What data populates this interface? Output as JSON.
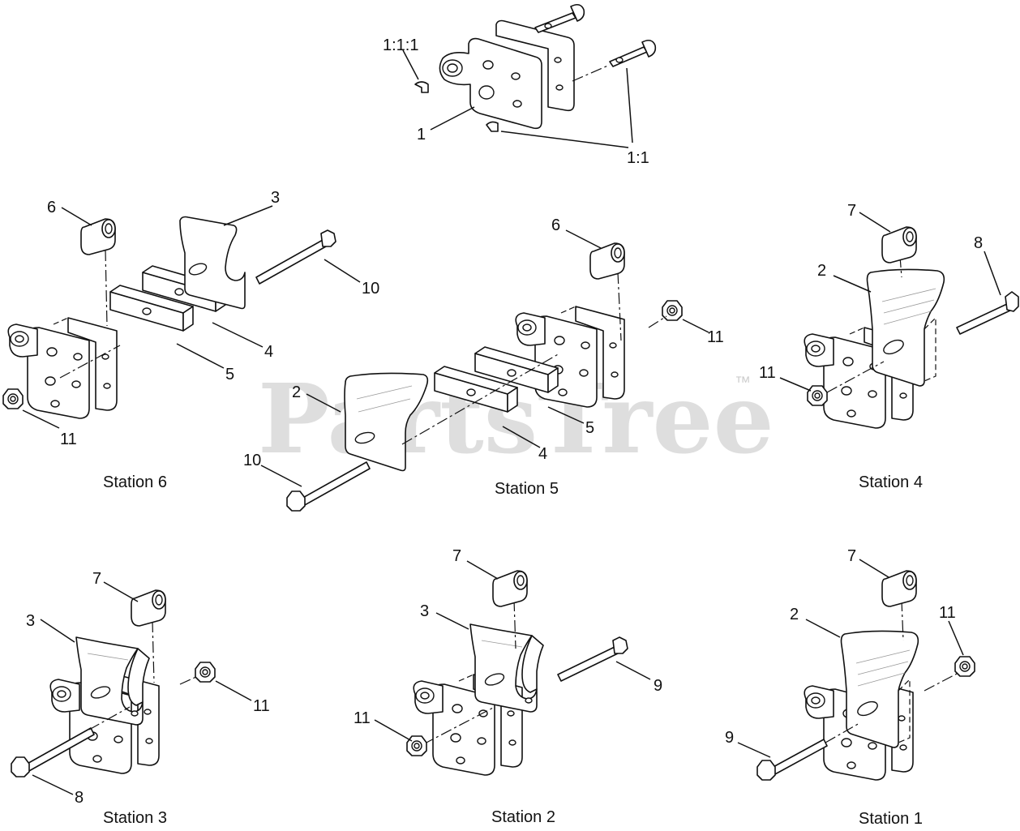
{
  "watermark": {
    "text": "PartsTree",
    "trademark": "™"
  },
  "stations": [
    {
      "id": "station-6",
      "caption": "Station 6"
    },
    {
      "id": "station-5",
      "caption": "Station 5"
    },
    {
      "id": "station-4",
      "caption": "Station 4"
    },
    {
      "id": "station-3",
      "caption": "Station 3"
    },
    {
      "id": "station-2",
      "caption": "Station 2"
    },
    {
      "id": "station-1",
      "caption": "Station 1"
    }
  ],
  "callouts": {
    "top": [
      "1:1:1",
      "1",
      "1:1"
    ],
    "station6": [
      "6",
      "3",
      "10",
      "4",
      "5",
      "11"
    ],
    "station5": [
      "6",
      "11",
      "2",
      "5",
      "4",
      "10"
    ],
    "station4": [
      "7",
      "8",
      "2",
      "11"
    ],
    "station3": [
      "7",
      "3",
      "11",
      "8"
    ],
    "station2": [
      "7",
      "3",
      "9",
      "11"
    ],
    "station1": [
      "7",
      "2",
      "11",
      "9"
    ]
  }
}
